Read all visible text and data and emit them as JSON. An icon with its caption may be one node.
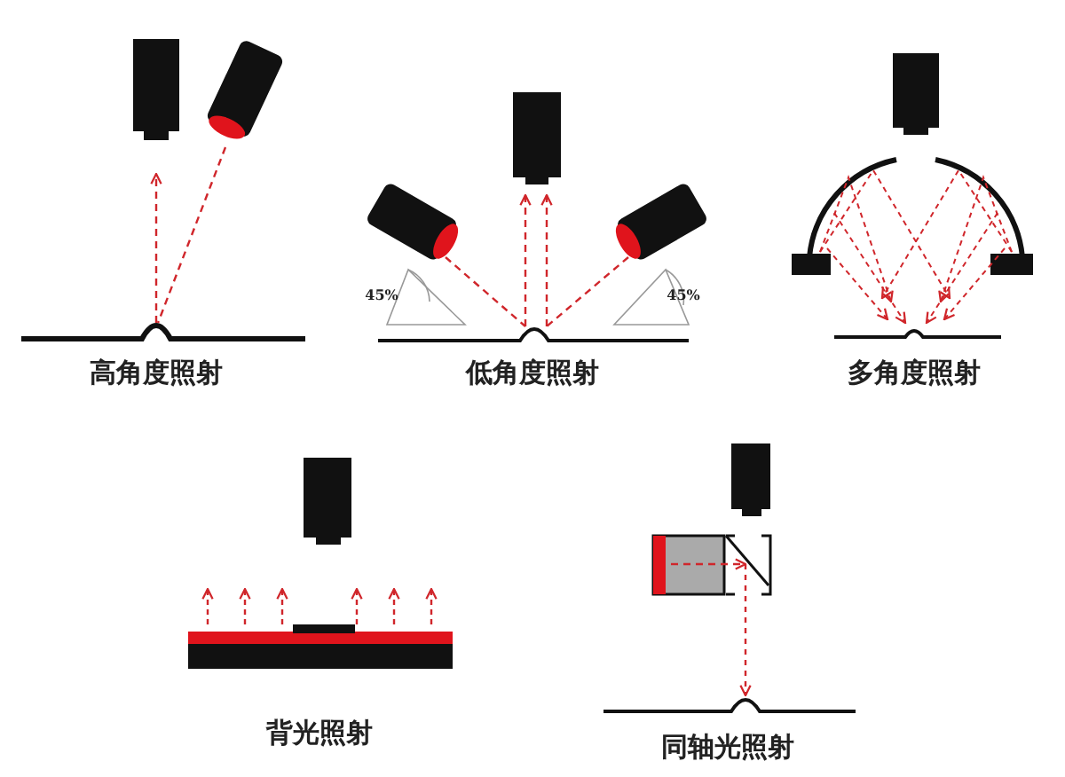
{
  "diagram": {
    "labels": [
      "45%",
      "45%",
      "高角度照射",
      "低角度照射",
      "多角度照射",
      "背光照射",
      "同轴光照射"
    ]
  }
}
